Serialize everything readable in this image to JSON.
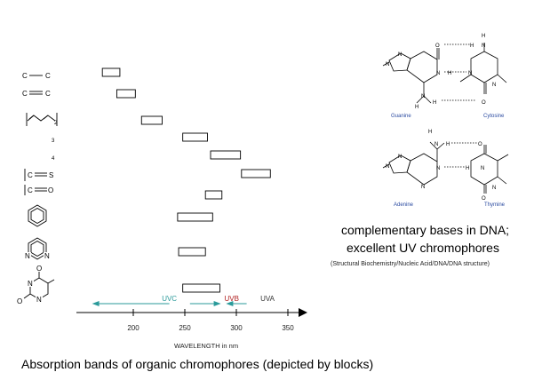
{
  "caption": "Absorption bands of organic chromophores (depicted by blocks)",
  "dna": {
    "caption_line1": "complementary bases in DNA;",
    "caption_line2": "excellent UV chromophores",
    "source": "(Structural Biochemistry/Nucleic Acid/DNA/DNA structure)",
    "pair1": {
      "left": "Guanine",
      "right": "Cytosine"
    },
    "pair2": {
      "left": "Adenine",
      "right": "Thymine"
    },
    "atoms": {
      "N": "N",
      "O": "O",
      "H": "H"
    }
  },
  "axis": {
    "xlabel": "WAVELENGTH in nm",
    "ticks": [
      200,
      250,
      300,
      350
    ],
    "min": 150,
    "max": 360
  },
  "regions": [
    {
      "label": "UVC",
      "color": "#2a9a9a",
      "label_color": "#2a9a9a",
      "from": 160,
      "to": 235,
      "label_at": 245
    },
    {
      "label": "UVB",
      "color": "#2a9a9a",
      "label_color": "#b02020",
      "from": 255,
      "to": 285,
      "label_at": 297
    },
    {
      "label": "UVA",
      "color": "#2a9a9a",
      "label_color": "#333333",
      "from": 290,
      "to": 310,
      "label_at": 332
    }
  ],
  "chromophores": [
    {
      "name": "C-C",
      "label": "C—C",
      "band": [
        170,
        187
      ]
    },
    {
      "name": "C=C",
      "label": "C═C",
      "band": [
        184,
        202
      ]
    },
    {
      "name": "polyene",
      "label": "",
      "sub": "2",
      "band": [
        208,
        228
      ]
    },
    {
      "name": "polyene-3",
      "label": "",
      "sub": "3",
      "band": [
        248,
        272
      ]
    },
    {
      "name": "polyene-4",
      "label": "",
      "sub": "4",
      "band": [
        275,
        304
      ]
    },
    {
      "name": "thiocarbonyl",
      "label": "C═S",
      "band": [
        305,
        333
      ]
    },
    {
      "name": "carbonyl",
      "label": "C═O",
      "band": [
        270,
        286
      ]
    },
    {
      "name": "benzene",
      "label": "",
      "band": [
        243,
        277
      ]
    },
    {
      "name": "pyrimidine",
      "label": "N",
      "band": [
        244,
        270
      ]
    },
    {
      "name": "uracil",
      "label": "O",
      "band": [
        248,
        284
      ]
    }
  ],
  "chromophore_labels": {
    "cc": "C",
    "s": "S",
    "o": "O",
    "n": "N"
  }
}
